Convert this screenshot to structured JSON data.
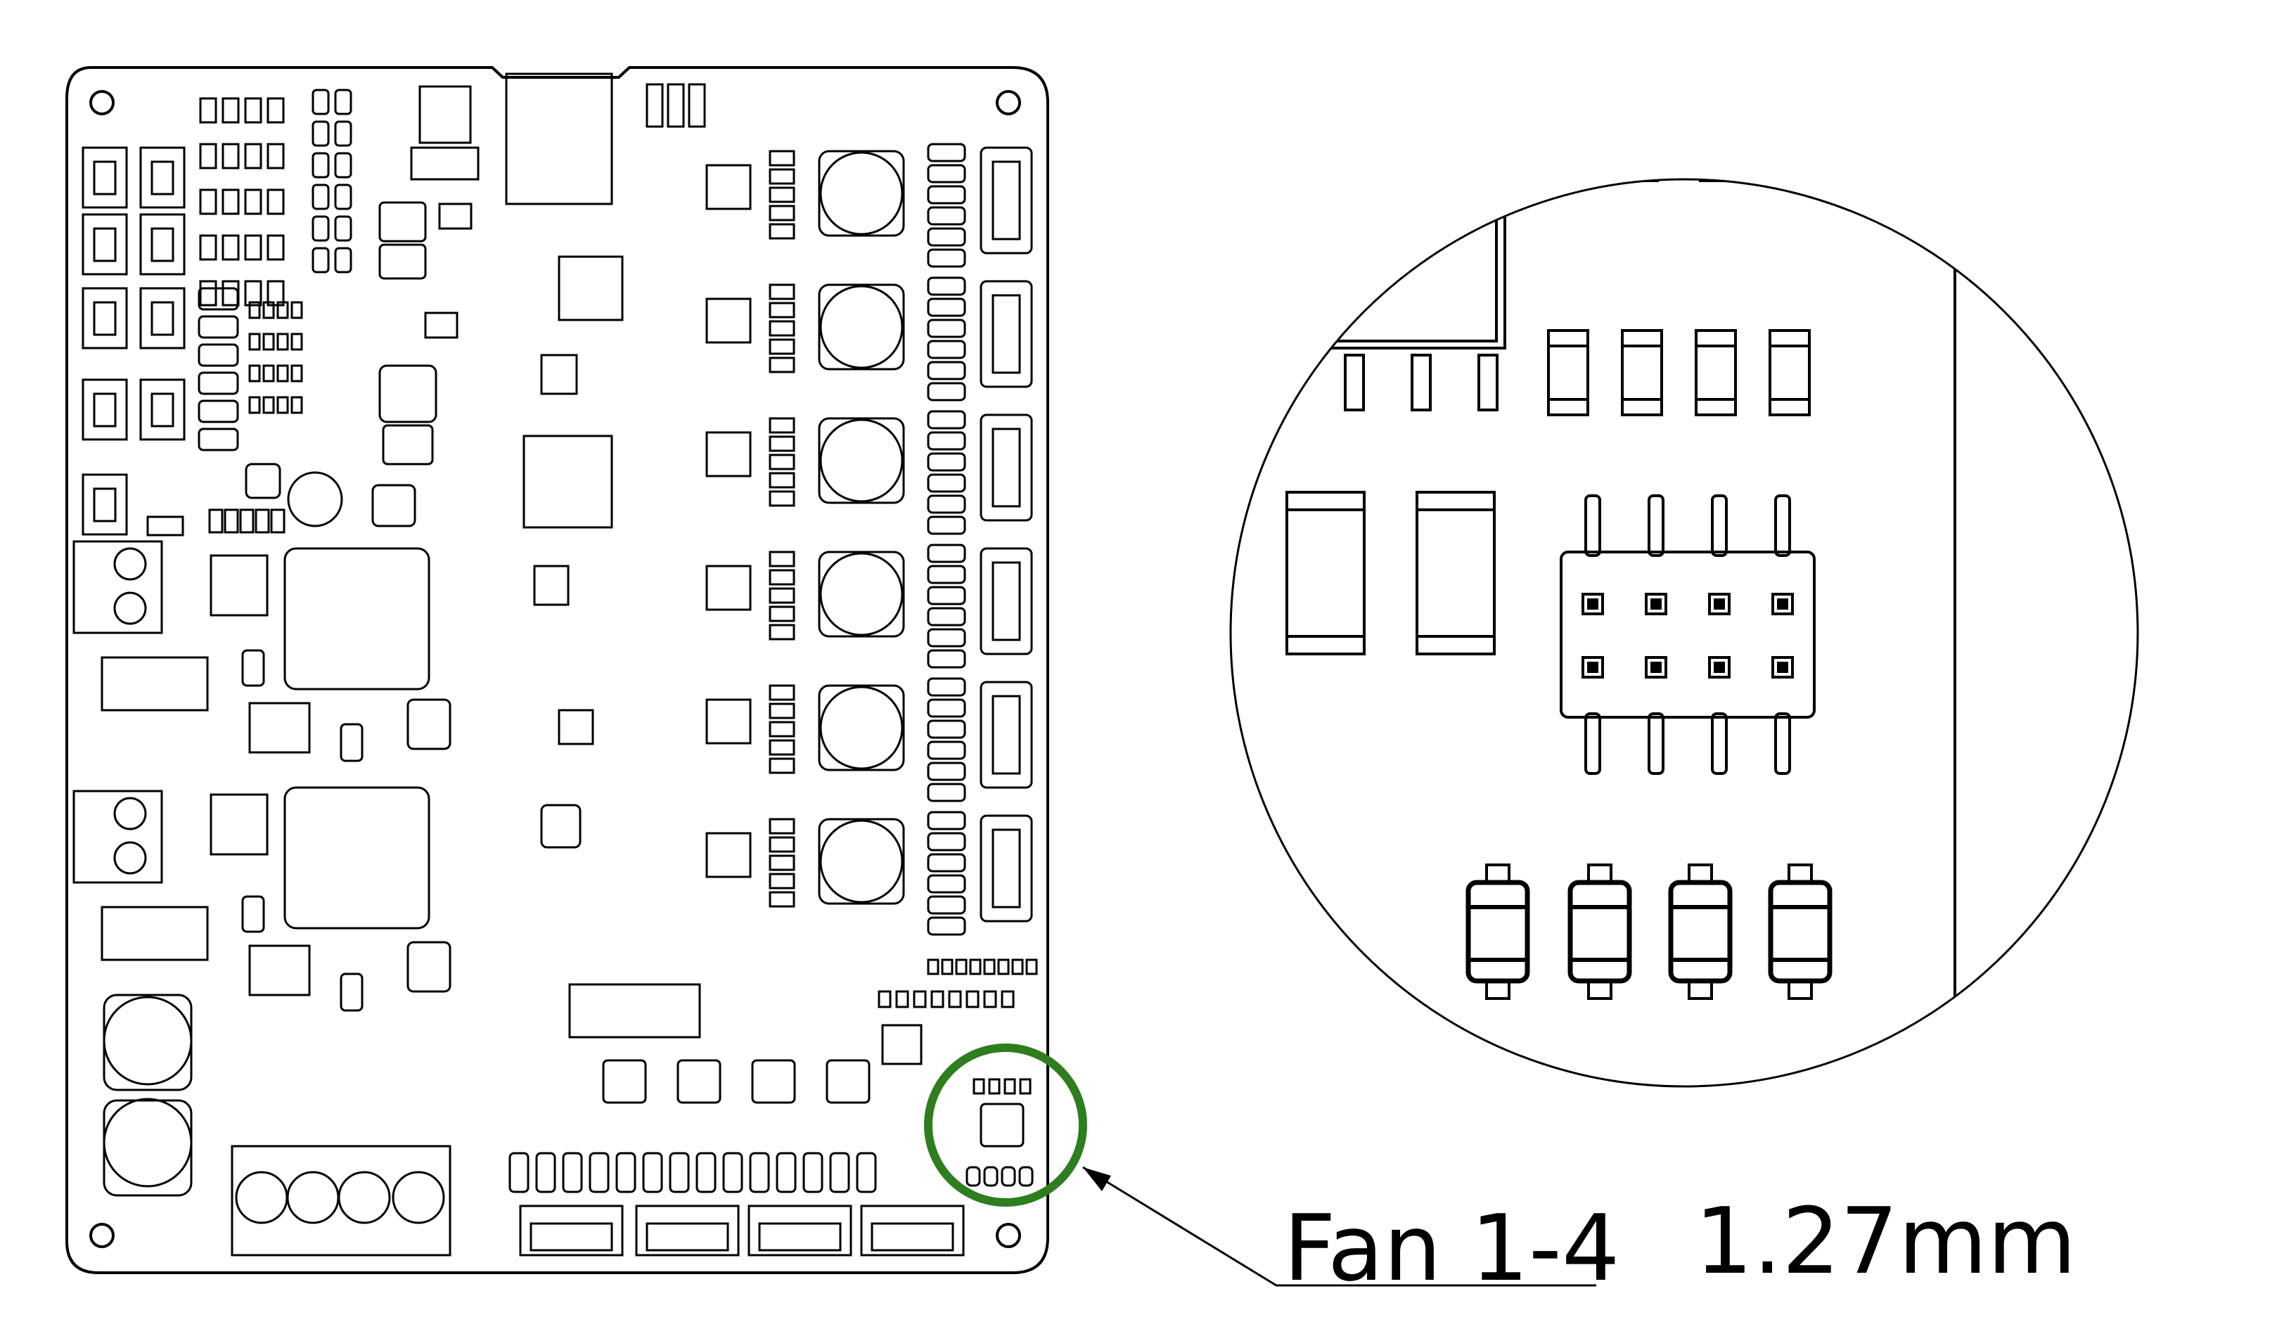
{
  "diagram": {
    "callout_label": "Fan 1-4",
    "pitch_label": "1.27mm",
    "highlight_color": "#2e7d1f",
    "line_color": "#000000",
    "background": "#ffffff",
    "board_icon": "pcb-board-outline",
    "magnifier_icon": "zoom-detail-circle"
  }
}
